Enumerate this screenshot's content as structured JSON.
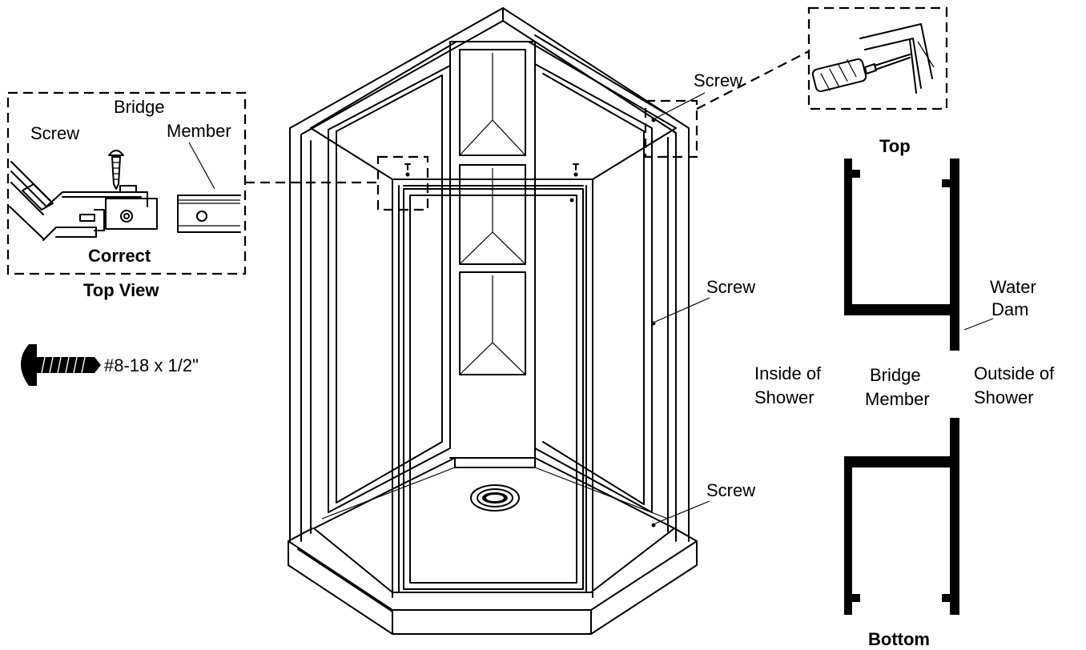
{
  "labels": {
    "screw_top_right": "Screw",
    "screw_mid_right": "Screw",
    "screw_bottom_right": "Screw",
    "detail_screw": "Screw",
    "bridge_member_1": "Bridge",
    "bridge_member_2": "Member",
    "correct": "Correct",
    "top_view": "Top View",
    "screw_spec": "#8-18 x 1/2\"",
    "top": "Top",
    "bottom": "Bottom",
    "water_dam_1": "Water",
    "water_dam_2": "Dam",
    "inside_1": "Inside of",
    "inside_2": "Shower",
    "bridge_center_1": "Bridge",
    "bridge_center_2": "Member",
    "outside_1": "Outside of",
    "outside_2": "Shower"
  }
}
